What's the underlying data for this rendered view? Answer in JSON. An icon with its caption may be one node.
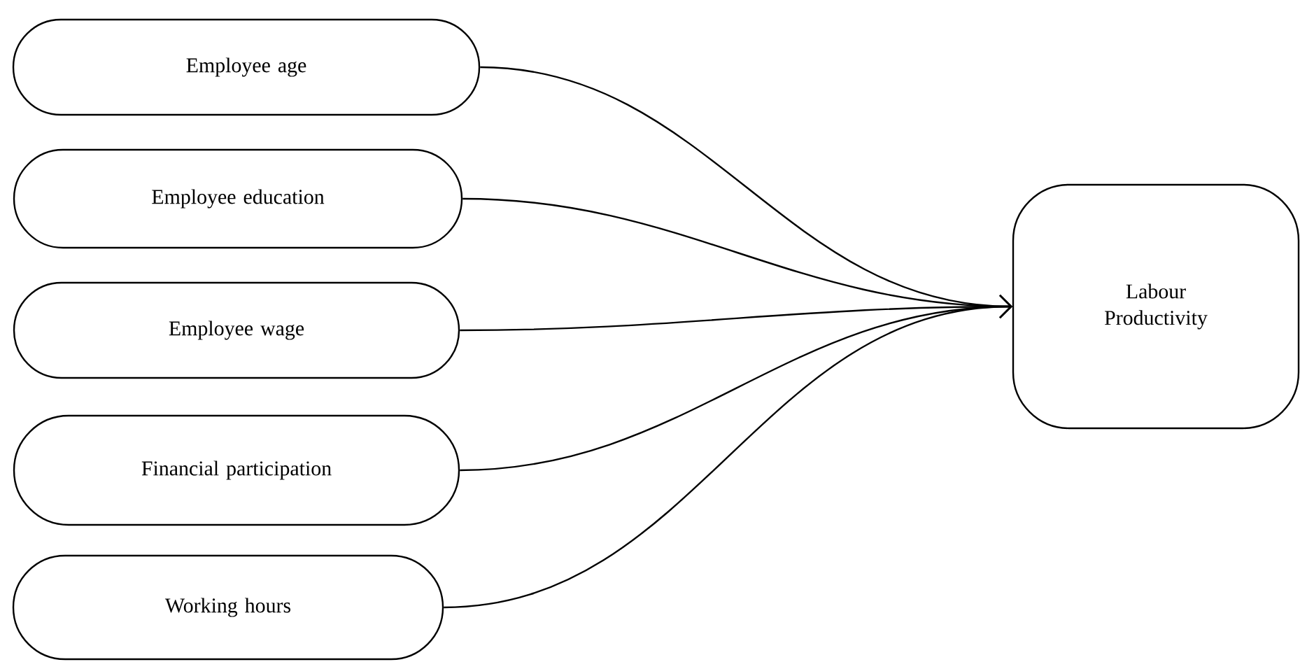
{
  "diagram": {
    "nodes": [
      {
        "text": [
          "Employee age"
        ]
      },
      {
        "text": [
          "Employee education"
        ]
      },
      {
        "text": [
          "Employee wage"
        ]
      },
      {
        "text": [
          "Financial participation"
        ]
      },
      {
        "text": [
          "Working hours"
        ]
      },
      {
        "text": [
          "Labour Productivity"
        ]
      }
    ],
    "edges": [
      {
        "from": 0,
        "to": 5,
        "arrow": "to"
      },
      {
        "from": 1,
        "to": 5,
        "arrow": "to"
      },
      {
        "from": 2,
        "to": 5,
        "arrow": "to"
      },
      {
        "from": 3,
        "to": 5,
        "arrow": "to"
      },
      {
        "from": 4,
        "to": 5,
        "arrow": "to"
      }
    ]
  }
}
